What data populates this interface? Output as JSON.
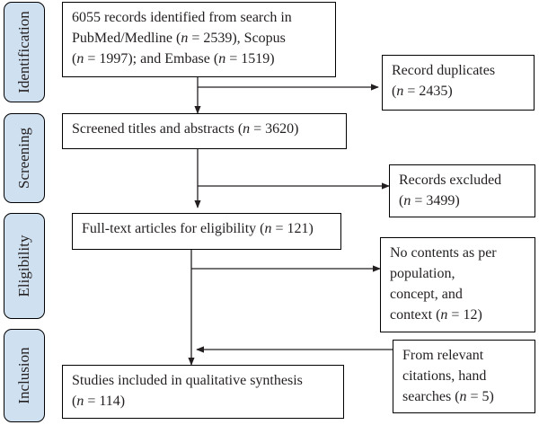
{
  "stages": [
    {
      "label": "Identification"
    },
    {
      "label": "Screening"
    },
    {
      "label": "Eligibility"
    },
    {
      "label": "Inclusion"
    }
  ],
  "boxes": {
    "records_identified": {
      "lines": [
        "6055 records identified from search in",
        "PubMed/Medline (n = 2539), Scopus",
        "(n = 1997); and Embase (n = 1519)"
      ]
    },
    "record_duplicates": {
      "lines": [
        "Record duplicates",
        "(n = 2435)"
      ]
    },
    "screened": {
      "lines": [
        "Screened titles and abstracts (n = 3620)"
      ]
    },
    "records_excluded": {
      "lines": [
        "Records excluded",
        "(n = 3499)"
      ]
    },
    "full_text": {
      "lines": [
        "Full-text articles for eligibility (n = 121)"
      ]
    },
    "no_contents": {
      "lines": [
        "No contents as per",
        "population,",
        "concept, and",
        "context (n = 12)"
      ]
    },
    "citations": {
      "lines": [
        "From relevant",
        "citations, hand",
        "searches (n = 5)"
      ]
    },
    "included": {
      "lines": [
        "Studies included in qualitative synthesis",
        "(n = 114)"
      ]
    }
  },
  "colors": {
    "stage_fill": "#cfe0f0",
    "line": "#231f20"
  }
}
